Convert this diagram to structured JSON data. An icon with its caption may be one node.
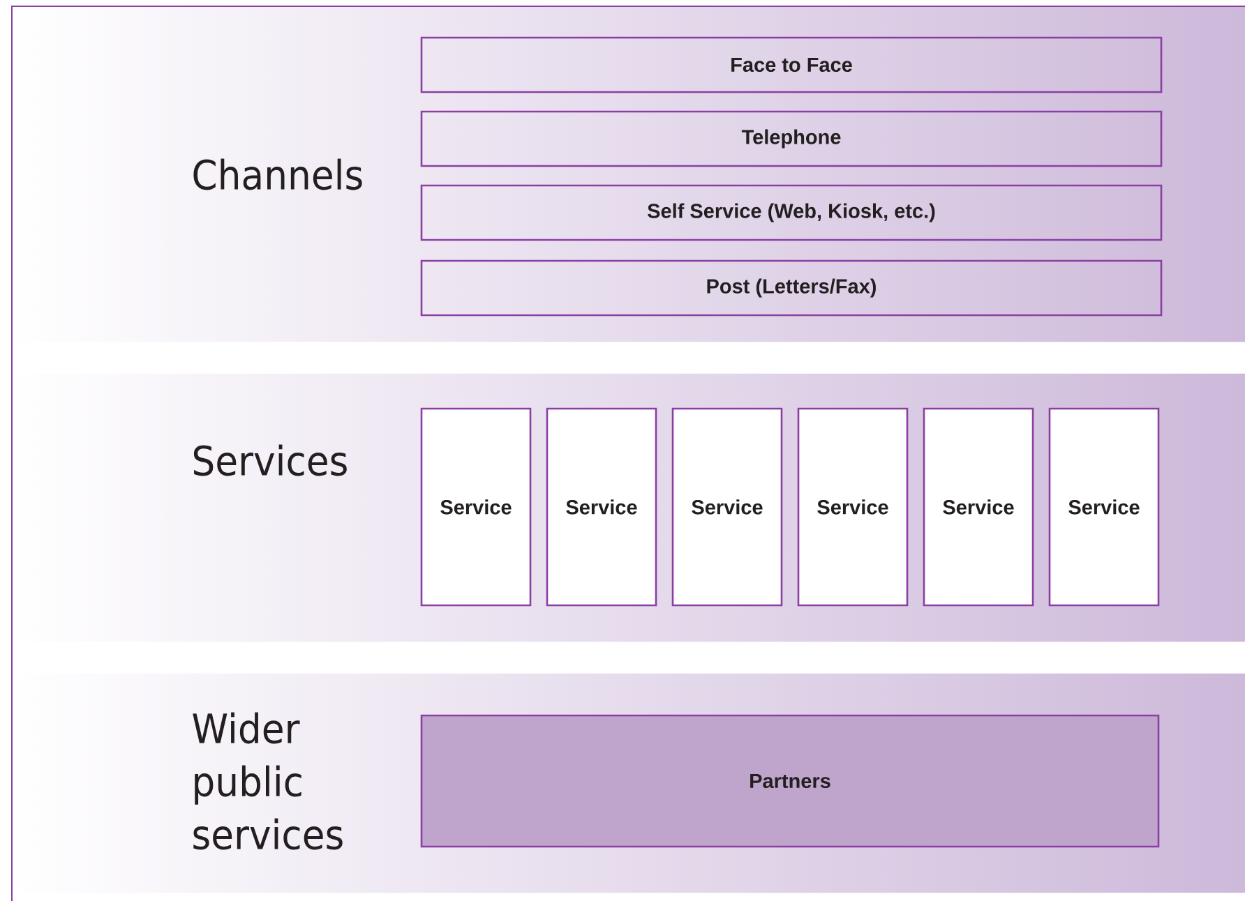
{
  "diagram": {
    "nodes": [
      {
        "text": [
          "Channels"
        ]
      },
      {
        "text": [
          "Face to Face"
        ],
        "in": 0
      },
      {
        "text": [
          "Telephone"
        ],
        "in": 0
      },
      {
        "text": [
          "Self Service (Web, Kiosk, etc.)"
        ],
        "in": 0
      },
      {
        "text": [
          "Post (Letters/Fax)"
        ],
        "in": 0
      },
      {
        "text": [
          "Services"
        ]
      },
      {
        "text": [
          "Service"
        ],
        "in": 5
      },
      {
        "text": [
          "Service"
        ],
        "in": 5
      },
      {
        "text": [
          "Service"
        ],
        "in": 5
      },
      {
        "text": [
          "Service"
        ],
        "in": 5
      },
      {
        "text": [
          "Service"
        ],
        "in": 5
      },
      {
        "text": [
          "Service"
        ],
        "in": 5
      },
      {
        "text": [
          "Wider public services"
        ]
      },
      {
        "text": [
          "Partners"
        ],
        "in": 12
      }
    ]
  }
}
